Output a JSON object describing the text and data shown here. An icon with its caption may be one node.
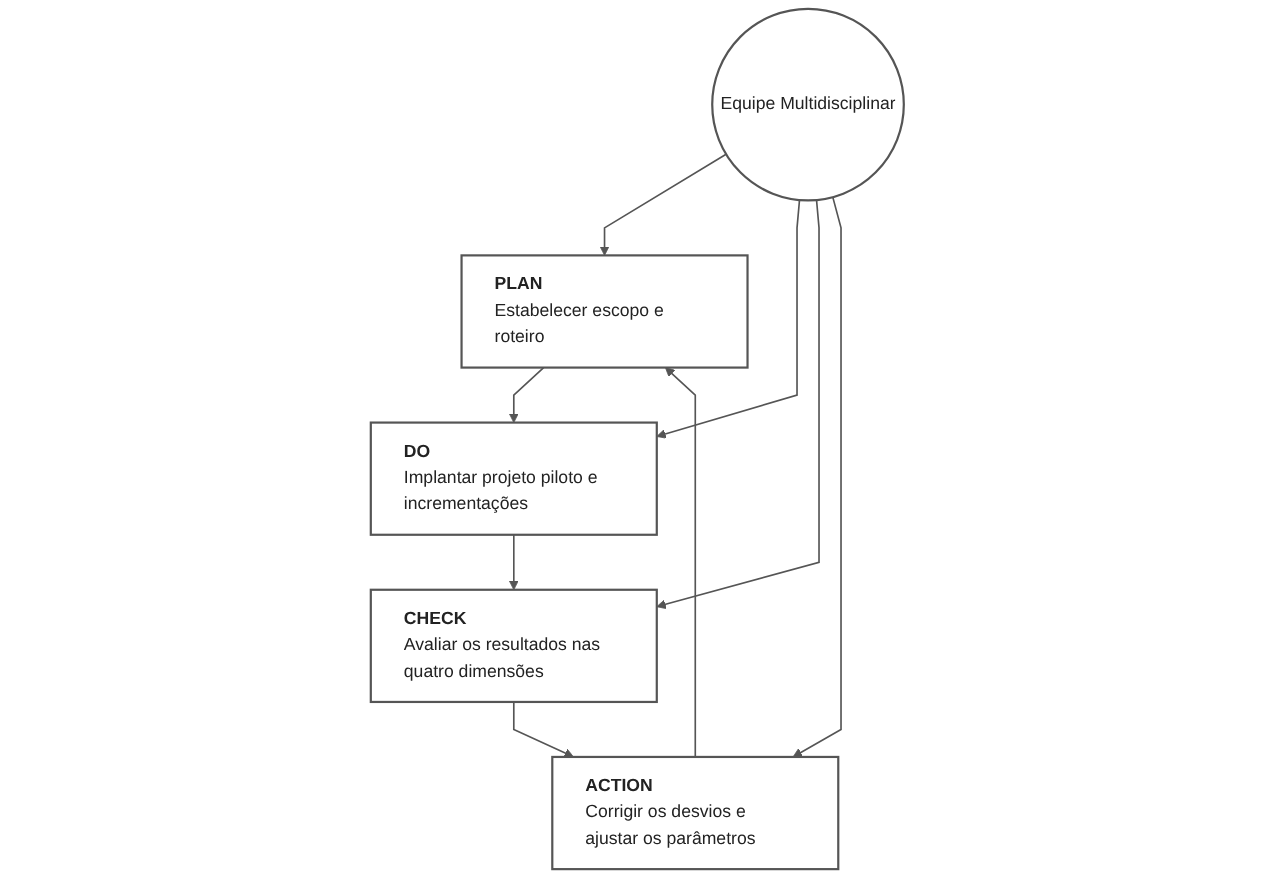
{
  "diagram": {
    "nodes": [
      {
        "text": [
          "PLAN",
          "Estabelecer escopo e roteiro"
        ]
      },
      {
        "text": [
          "DO",
          "Implantar projeto piloto e incrementações"
        ]
      },
      {
        "text": [
          "CHECK",
          "Avaliar os resultados nas quatro dimensões"
        ]
      },
      {
        "text": [
          "ACTION",
          "Corrigir os desvios e ajustar os parâmetros"
        ]
      },
      {
        "text": [
          "Equipe Multidisciplinar"
        ]
      }
    ],
    "edges": [
      {
        "from": 0,
        "to": 1,
        "arrow": "to"
      },
      {
        "from": 1,
        "to": 2,
        "arrow": "to"
      },
      {
        "from": 2,
        "to": 3,
        "arrow": "to"
      },
      {
        "from": 3,
        "to": 0,
        "arrow": "to"
      },
      {
        "from": 4,
        "to": 0,
        "arrow": "to"
      },
      {
        "from": 4,
        "to": 1,
        "arrow": "to"
      },
      {
        "from": 4,
        "to": 2,
        "arrow": "to"
      },
      {
        "from": 4,
        "to": 3,
        "arrow": "to"
      }
    ]
  }
}
